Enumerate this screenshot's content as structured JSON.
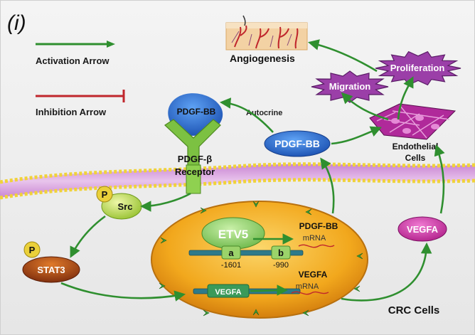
{
  "panel_label": "(i)",
  "legend": {
    "activation": "Activation Arrow",
    "inhibition": "Inhibition Arrow"
  },
  "labels": {
    "angiogenesis": "Angiogenesis",
    "proliferation": "Proliferation",
    "migration": "Migration",
    "endothelial_line1": "Endothelial",
    "endothelial_line2": "Cells",
    "pdgfbb_top": "PDGF-BB",
    "autocrine": "Autocrine",
    "pdgfbb_secreted": "PDGF-BB",
    "receptor_line1": "PDGF-β",
    "receptor_line2": "Receptor",
    "src": "Src",
    "phospho": "P",
    "stat3": "STAT3",
    "etv5": "ETV5",
    "site_a": "a",
    "site_a_pos": "-1601",
    "site_b": "b",
    "site_b_pos": "-990",
    "pdgfbb_mrna_line1": "PDGF-BB",
    "pdgfbb_mrna_line2": "mRNA",
    "vegfa_gene": "VEGFA",
    "vegfa_mrna_line1": "VEGFA",
    "vegfa_mrna_line2": "mRNA",
    "vegfa_secreted": "VEGFA",
    "crc_cells": "CRC Cells"
  },
  "colors": {
    "activation": "#2f8f2f",
    "inhibition": "#c0262c",
    "nucleus": "#f2a81d",
    "receptor": "#7cc142",
    "pdgfbb": "#2a6fd6",
    "vegfa": "#d63aa8",
    "stat3": "#b8431a",
    "src": "#b8d64a",
    "etv5": "#8fd16a",
    "badge": "#ead03a",
    "endothelial": "#b02a9a"
  }
}
